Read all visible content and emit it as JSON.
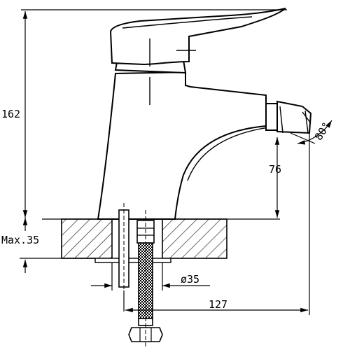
{
  "dimensions": {
    "height_total": "162",
    "deck_max": "Max.35",
    "spout_height": "76",
    "hole_diameter": "ø35",
    "reach": "127",
    "swivel_angle": "80°"
  },
  "colors": {
    "line": "#000000",
    "background": "#ffffff"
  }
}
